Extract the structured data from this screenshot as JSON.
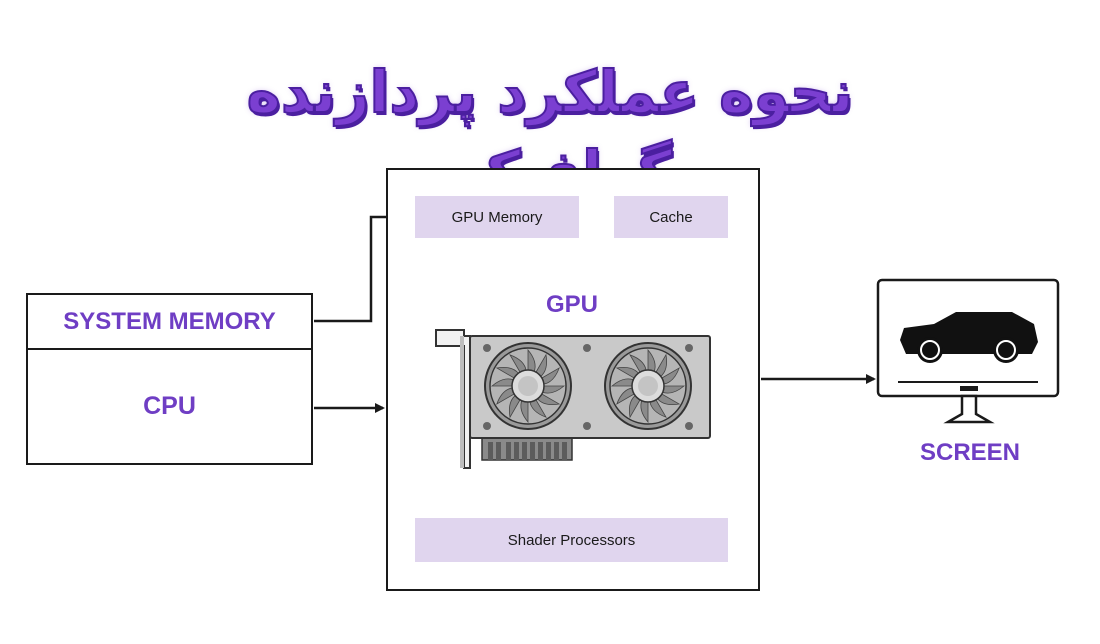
{
  "title": "نحوه عملکرد پردازنده گرافیکی",
  "left_box": {
    "system_memory_label": "SYSTEM MEMORY",
    "cpu_label": "CPU"
  },
  "gpu": {
    "label": "GPU",
    "gpu_memory_label": "GPU Memory",
    "cache_label": "Cache",
    "shader_label": "Shader Processors"
  },
  "screen": {
    "label": "SCREEN"
  },
  "colors": {
    "accent_purple": "#6f3ec4",
    "title_purple": "#7b3fd1",
    "block_fill": "#e0d5ee",
    "line": "#1a1a1a"
  },
  "icons": [
    "graphics-card-icon",
    "monitor-icon",
    "car-icon"
  ]
}
